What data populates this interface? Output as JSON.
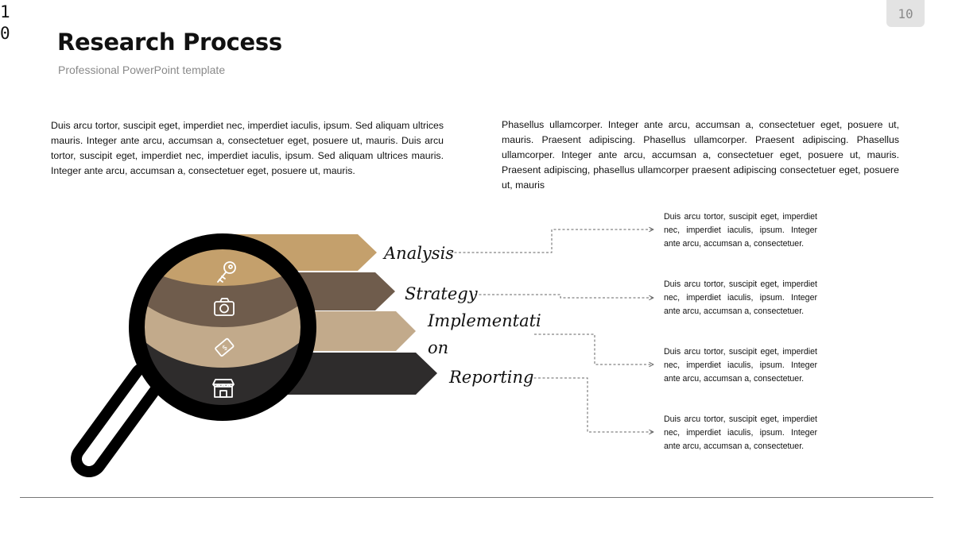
{
  "slide": {
    "corner_number": "10",
    "page_number": "10",
    "title": "Research Process",
    "subtitle": "Professional PowerPoint template"
  },
  "intro": {
    "left": "Duis arcu tortor, suscipit eget, imperdiet nec, imperdiet iaculis, ipsum. Sed aliquam ultrices mauris. Integer ante arcu, accumsan a, consectetuer eget, posuere ut, mauris. Duis arcu tortor, suscipit eget, imperdiet nec, imperdiet iaculis, ipsum. Sed aliquam ultrices mauris. Integer ante arcu, accumsan a, consectetuer eget, posuere ut, mauris.",
    "right": "Phasellus ullamcorper. Integer ante arcu, accumsan a, consectetuer eget, posuere ut, mauris. Praesent adipiscing. Phasellus ullamcorper. Praesent adipiscing. Phasellus ullamcorper. Integer ante arcu, accumsan a, consectetuer eget, posuere ut, mauris. Praesent adipiscing, phasellus ullamcorper praesent adipiscing consectetuer eget, posuere ut, mauris"
  },
  "stages": [
    {
      "label": "Analysis",
      "icon": "key-icon",
      "color": "#c4a06c",
      "description": "Duis arcu tortor, suscipit eget, imperdiet nec, imperdiet iaculis, ipsum. Integer ante arcu, accumsan a, consectetuer."
    },
    {
      "label": "Strategy",
      "icon": "camera-icon",
      "color": "#6f5c4c",
      "description": "Duis arcu tortor, suscipit eget, imperdiet nec, imperdiet iaculis, ipsum. Integer ante arcu, accumsan a, consectetuer."
    },
    {
      "label": "Implementation",
      "icon": "money-icon",
      "color": "#c2aa8b",
      "description": "Duis arcu tortor, suscipit eget, imperdiet nec, imperdiet iaculis, ipsum. Integer ante arcu, accumsan a, consectetuer."
    },
    {
      "label": "Reporting",
      "icon": "store-icon",
      "color": "#2e2c2c",
      "description": "Duis arcu tortor, suscipit eget, imperdiet nec, imperdiet iaculis, ipsum. Integer ante arcu, accumsan a, consectetuer."
    }
  ]
}
